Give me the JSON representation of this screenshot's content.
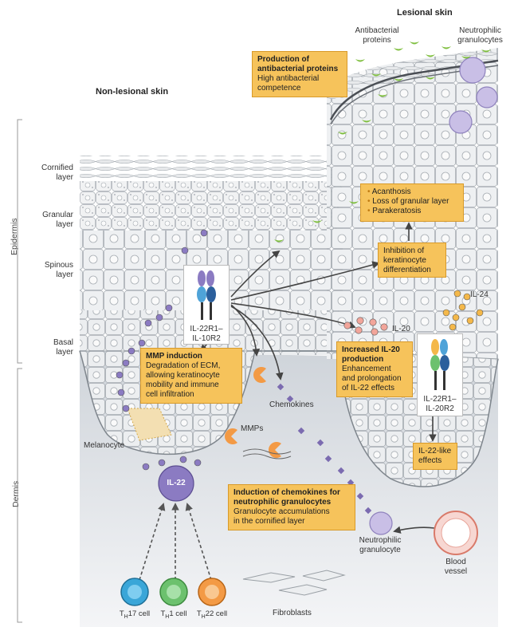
{
  "headers": {
    "lesional": "Lesional skin",
    "non_lesional": "Non-lesional skin"
  },
  "side_labels": {
    "epidermis": "Epidermis",
    "dermis": "Dermis"
  },
  "layers": {
    "cornified": "Cornified\nlayer",
    "granular": "Granular\nlayer",
    "spinous": "Spinous\nlayer",
    "basal": "Basal\nlayer"
  },
  "labels": {
    "antibacterial_proteins": "Antibacterial\nproteins",
    "neutrophilic_granulocytes_top": "Neutrophilic\ngranulocytes",
    "il24": "IL-24",
    "il20": "IL-20",
    "receptor_1": "IL-22R1–\nIL-10R2",
    "receptor_2": "IL-22R1–\nIL-20R2",
    "chemokines": "Chemokines",
    "mmps": "MMPs",
    "melanocyte": "Melanocyte",
    "il22": "IL-22",
    "neutrophilic_granulocyte": "Neutrophilic\ngranulocyte",
    "blood_vessel": "Blood\nvessel",
    "fibroblasts": "Fibroblasts",
    "th17": "T",
    "th17_sub": "H",
    "th17_rest": "17 cell",
    "th1": "T",
    "th1_sub": "H",
    "th1_rest": "1 cell",
    "th22": "T",
    "th22_sub": "H",
    "th22_rest": "22 cell"
  },
  "boxes": {
    "antibacterial": {
      "title": "Production of\nantibacterial proteins",
      "body": "High antibacterial\ncompetence"
    },
    "acanthosis": {
      "items": [
        "Acanthosis",
        "Loss of granular layer",
        "Parakeratosis"
      ]
    },
    "inhibition": {
      "body": "Inhibition of\nkeratinocyte\ndifferentiation"
    },
    "il20": {
      "title": "Increased IL-20\nproduction",
      "body": "Enhancement\nand prolongation\nof IL-22 effects"
    },
    "mmp": {
      "title": "MMP induction",
      "body": "Degradation of ECM,\nallowing keratinocyte\nmobility and immune\ncell infiltration"
    },
    "il22like": {
      "body": "IL-22-like\neffects"
    },
    "chemokines": {
      "title": "Induction of chemokines for\nneutrophilic granulocytes",
      "body": "Granulocyte accumulations\nin the cornified layer"
    }
  },
  "colors": {
    "box_fill": "#f6c35b",
    "epidermis_fill": "#e9ebee",
    "cell_outline": "#9aa0a6",
    "dermis_fill": "#d5d9de",
    "il22_purple": "#8b7bc2",
    "chemokine_purple": "#7b6bb0",
    "il20_pink": "#f2a59a",
    "il24_orange": "#f4b84a",
    "antibacterial_green": "#7fbf3f",
    "th17": "#3aa6d8",
    "th1": "#6cc16e",
    "th22": "#f39a45",
    "mmp_orange": "#f39a45",
    "vessel_red": "#e88a7a"
  }
}
